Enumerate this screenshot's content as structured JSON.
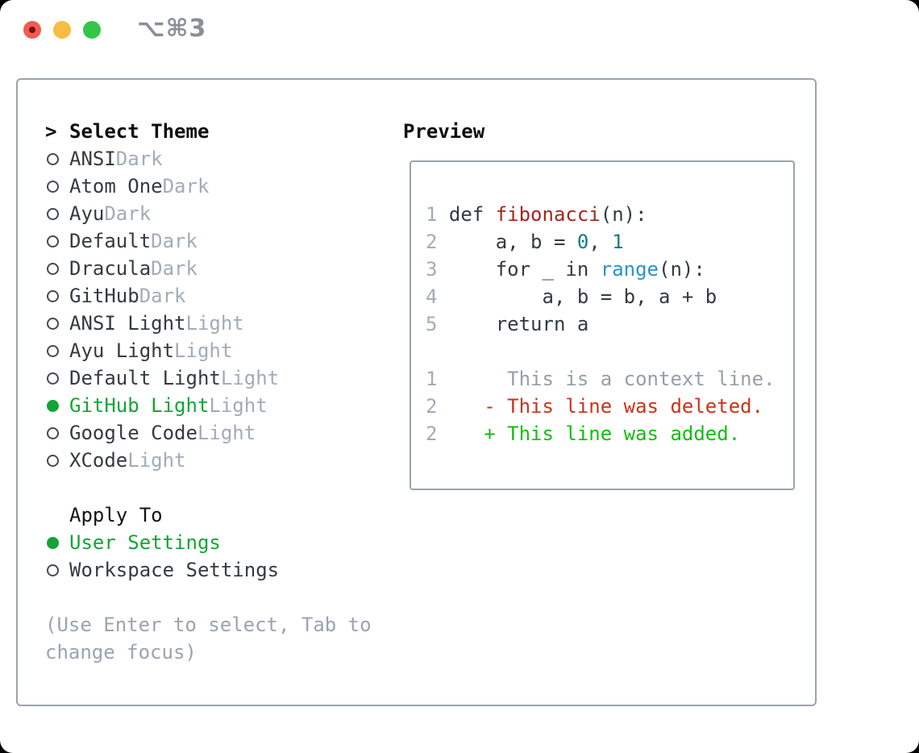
{
  "window": {
    "title": "⌥⌘3"
  },
  "colors": {
    "selected_green": "#13a437",
    "added_green": "#12bd12",
    "deleted_red": "#c93418",
    "function_red": "#a3261e",
    "number_teal": "#0e7d84",
    "call_blue": "#2a93c9",
    "muted_gray": "#a2acb8",
    "border_gray": "#9aa3ad",
    "traffic_red": "#f45952",
    "traffic_yellow": "#f7bd40",
    "traffic_green": "#33c748"
  },
  "theme_picker": {
    "prompt": ">",
    "title": "Select Theme",
    "themes": [
      {
        "name": "ANSI",
        "variant": "Dark",
        "selected": false
      },
      {
        "name": "Atom One",
        "variant": "Dark",
        "selected": false
      },
      {
        "name": "Ayu",
        "variant": "Dark",
        "selected": false
      },
      {
        "name": "Default",
        "variant": "Dark",
        "selected": false
      },
      {
        "name": "Dracula",
        "variant": "Dark",
        "selected": false
      },
      {
        "name": "GitHub",
        "variant": "Dark",
        "selected": false
      },
      {
        "name": "ANSI Light",
        "variant": "Light",
        "selected": false
      },
      {
        "name": "Ayu Light",
        "variant": "Light",
        "selected": false
      },
      {
        "name": "Default Light",
        "variant": "Light",
        "selected": false
      },
      {
        "name": "GitHub Light",
        "variant": "Light",
        "selected": true
      },
      {
        "name": "Google Code",
        "variant": "Light",
        "selected": false
      },
      {
        "name": "XCode",
        "variant": "Light",
        "selected": false
      }
    ],
    "apply_to": {
      "title": "Apply To",
      "options": [
        {
          "name": "User Settings",
          "selected": true
        },
        {
          "name": "Workspace Settings",
          "selected": false
        }
      ]
    },
    "hint_lines": [
      "(Use Enter to select, Tab to",
      "change focus)"
    ]
  },
  "preview": {
    "title": "Preview",
    "code": [
      {
        "num": "1",
        "tokens": [
          [
            "d",
            "def "
          ],
          [
            "fn",
            "fibonacci"
          ],
          [
            "d",
            "(n):"
          ]
        ]
      },
      {
        "num": "2",
        "tokens": [
          [
            "d",
            "    a, b = "
          ],
          [
            "num",
            "0"
          ],
          [
            "d",
            ", "
          ],
          [
            "num",
            "1"
          ]
        ]
      },
      {
        "num": "3",
        "tokens": [
          [
            "d",
            "    for _ in "
          ],
          [
            "call",
            "range"
          ],
          [
            "d",
            "(n):"
          ]
        ]
      },
      {
        "num": "4",
        "tokens": [
          [
            "d",
            "        a, b = b, a + b"
          ]
        ]
      },
      {
        "num": "5",
        "tokens": [
          [
            "d",
            "    return a"
          ]
        ]
      },
      {
        "num": "",
        "tokens": []
      },
      {
        "num": "1",
        "tokens": [
          [
            "ctx",
            "     This is a context line."
          ]
        ]
      },
      {
        "num": "2",
        "tokens": [
          [
            "del",
            "   - This line was deleted."
          ]
        ]
      },
      {
        "num": "2",
        "tokens": [
          [
            "add",
            "   + This line was added."
          ]
        ]
      }
    ]
  }
}
